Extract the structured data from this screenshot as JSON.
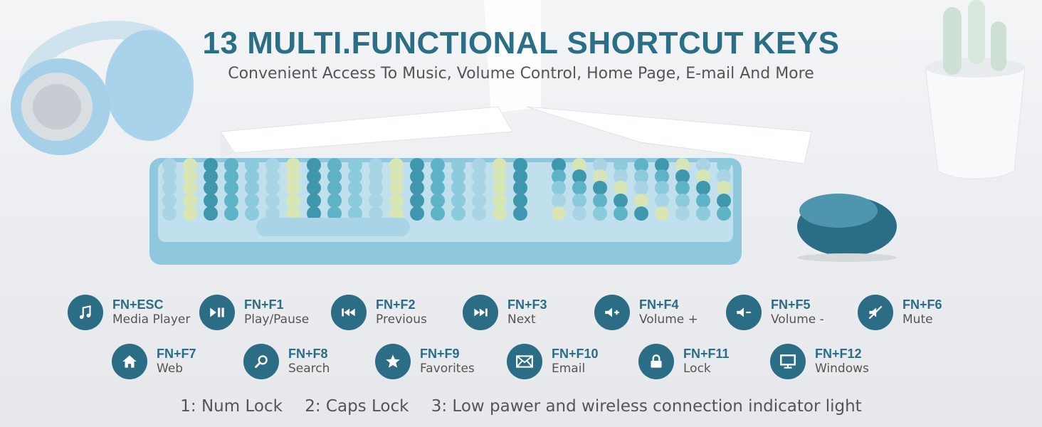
{
  "header": {
    "title": "13 MULTI.FUNCTIONAL SHORTCUT KEYS",
    "subtitle": "Convenient Access To Music, Volume Control, Home Page, E-mail And More"
  },
  "colors": {
    "accent": "#2a6d85",
    "text": "#555555",
    "keyboard": "#8ec9e0"
  },
  "shortcuts": [
    {
      "key": "FN+ESC",
      "function": "Media Player",
      "icon": "music-note-icon"
    },
    {
      "key": "FN+F1",
      "function": "Play/Pause",
      "icon": "play-pause-icon"
    },
    {
      "key": "FN+F2",
      "function": "Previous",
      "icon": "previous-track-icon"
    },
    {
      "key": "FN+F3",
      "function": "Next",
      "icon": "next-track-icon"
    },
    {
      "key": "FN+F4",
      "function": "Volume +",
      "icon": "volume-up-icon"
    },
    {
      "key": "FN+F5",
      "function": "Volume -",
      "icon": "volume-down-icon"
    },
    {
      "key": "FN+F6",
      "function": "Mute",
      "icon": "mute-icon"
    },
    {
      "key": "FN+F7",
      "function": "Web",
      "icon": "home-icon"
    },
    {
      "key": "FN+F8",
      "function": "Search",
      "icon": "search-icon"
    },
    {
      "key": "FN+F9",
      "function": "Favorites",
      "icon": "star-icon"
    },
    {
      "key": "FN+F10",
      "function": "Email",
      "icon": "envelope-icon"
    },
    {
      "key": "FN+F11",
      "function": "Lock",
      "icon": "lock-icon"
    },
    {
      "key": "FN+F12",
      "function": "Windows",
      "icon": "monitor-icon"
    }
  ],
  "footer": {
    "note1": "1: Num Lock",
    "note2": "2: Caps Lock",
    "note3": "3: Low pawer and wireless connection indicator light"
  }
}
